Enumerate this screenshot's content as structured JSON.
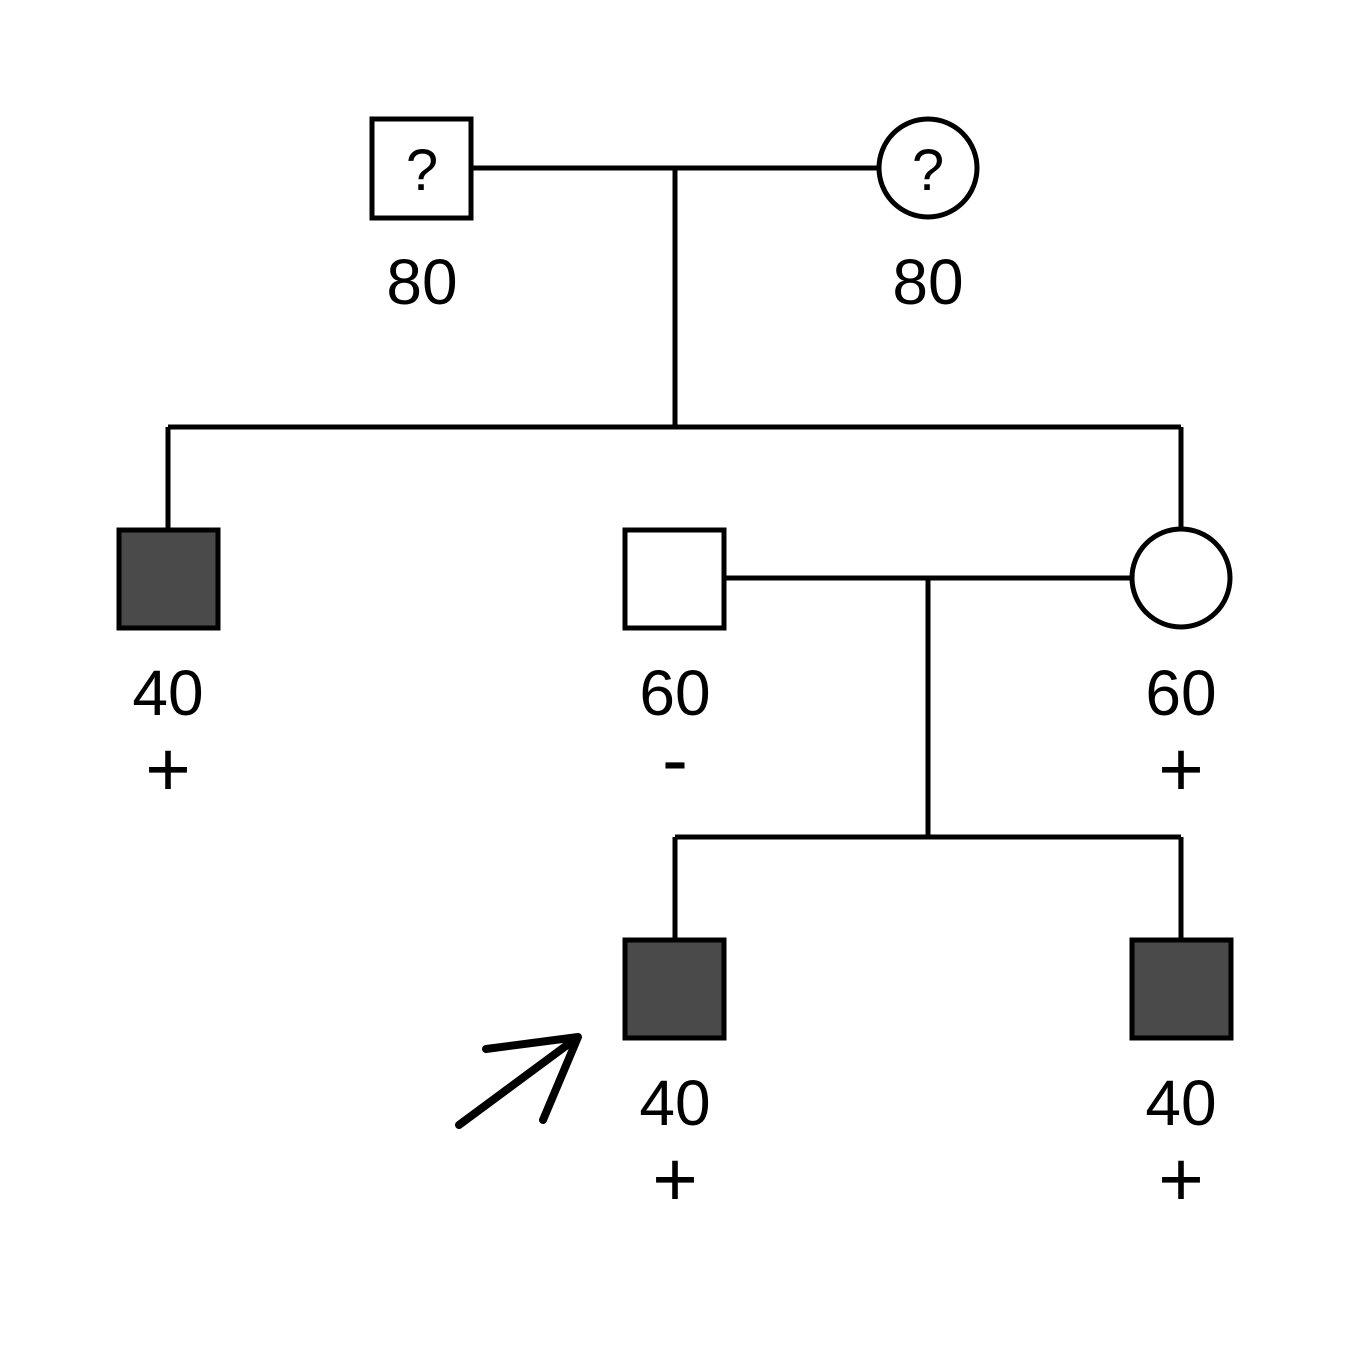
{
  "colors": {
    "affected_fill": "#4a4a4a",
    "unaffected_fill": "#ffffff",
    "stroke": "#000000"
  },
  "individuals": [
    {
      "id": "gen1-male",
      "sex": "male",
      "affected": false,
      "unknown_mark": "?",
      "age": "80",
      "test": ""
    },
    {
      "id": "gen1-female",
      "sex": "female",
      "affected": false,
      "unknown_mark": "?",
      "age": "80",
      "test": ""
    },
    {
      "id": "gen2-affected-son",
      "sex": "male",
      "affected": true,
      "unknown_mark": "",
      "age": "40",
      "test": "+"
    },
    {
      "id": "gen2-spouse",
      "sex": "male",
      "affected": false,
      "unknown_mark": "",
      "age": "60",
      "test": "-"
    },
    {
      "id": "gen2-daughter",
      "sex": "female",
      "affected": false,
      "unknown_mark": "",
      "age": "60",
      "test": "+"
    },
    {
      "id": "gen3-proband",
      "sex": "male",
      "affected": true,
      "unknown_mark": "",
      "age": "40",
      "test": "+",
      "proband": true
    },
    {
      "id": "gen3-brother",
      "sex": "male",
      "affected": true,
      "unknown_mark": "",
      "age": "40",
      "test": "+"
    }
  ]
}
